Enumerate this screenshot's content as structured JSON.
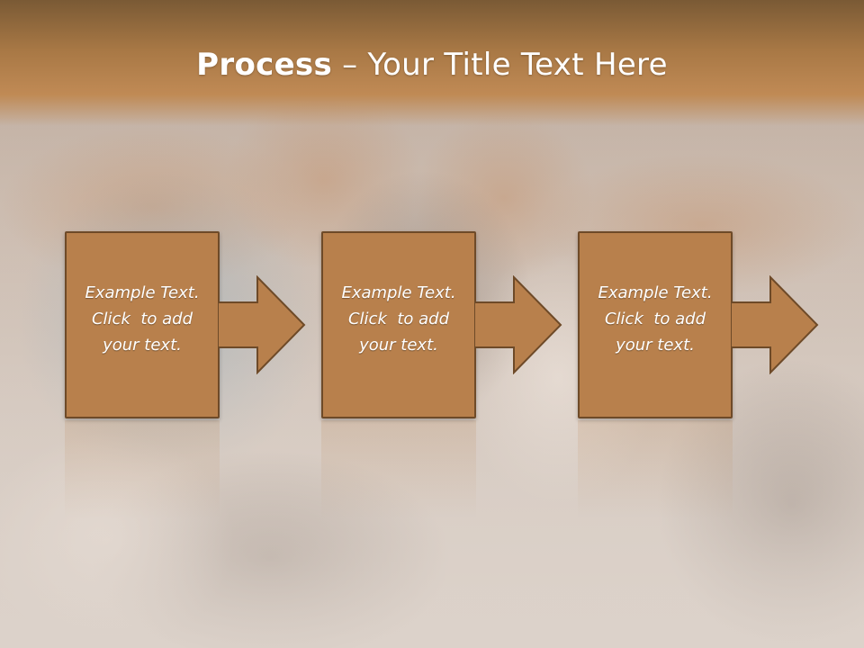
{
  "slide": {
    "title_bold": "Process",
    "title_rest": " – Your Title Text Here"
  },
  "steps": [
    {
      "text": "Example Text. Click  to add your text."
    },
    {
      "text": "Example Text. Click  to add your text."
    },
    {
      "text": "Example Text. Click  to add your text."
    }
  ],
  "colors": {
    "header": "#a87845",
    "box_fill": "#b8804c",
    "box_border": "#6e4a28",
    "text": "#ffffff"
  }
}
